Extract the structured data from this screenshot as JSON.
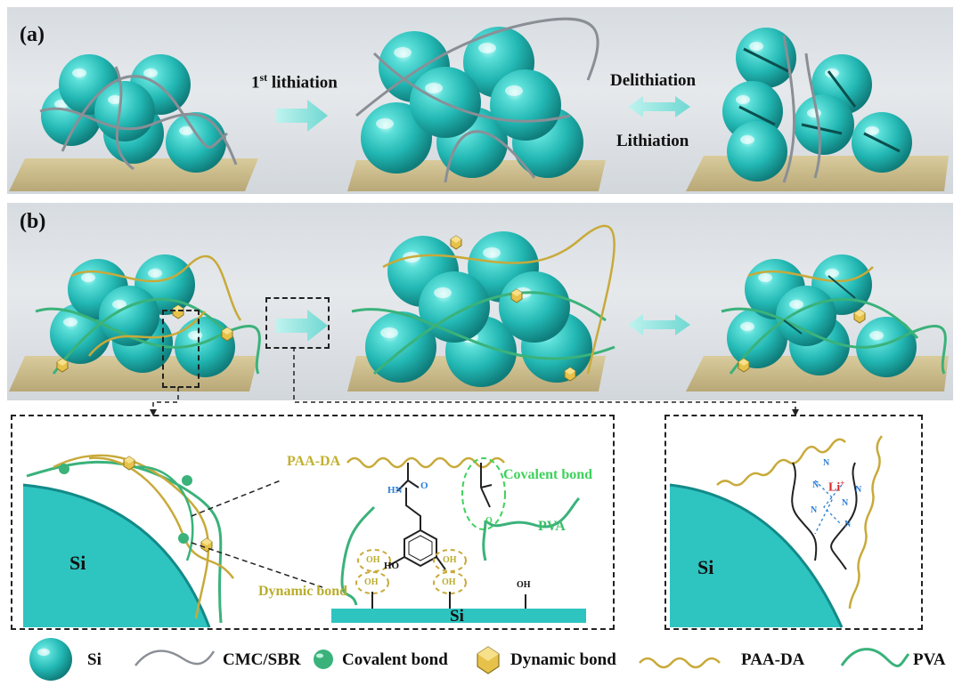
{
  "panel_a": {
    "label": "(a)",
    "step1_prefix": "1",
    "step1_sup": "st",
    "step1_suffix": " lithiation",
    "delithiation": "Delithiation",
    "lithiation": "Lithiation"
  },
  "panel_b": {
    "label": "(b)"
  },
  "zoom_left": {
    "si_label": "Si",
    "paa_da": "PAA-DA",
    "covalent_bond": "Covalent bond",
    "pva": "PVA",
    "dynamic_bond": "Dynamic bond",
    "substrate_si": "Si",
    "hn": "HN",
    "o_carbonyl": "O",
    "ho": "HO",
    "oh": "OH",
    "o": "O"
  },
  "zoom_right": {
    "si_label": "Si",
    "li": "Li",
    "li_sup": "+",
    "n": "N"
  },
  "legend": {
    "items": [
      {
        "icon": "si-sphere-icon",
        "label": "Si"
      },
      {
        "icon": "cmc-sbr-line-icon",
        "label": "CMC/SBR"
      },
      {
        "icon": "covalent-bond-dot-icon",
        "label": "Covalent bond"
      },
      {
        "icon": "dynamic-bond-polyhedron-icon",
        "label": "Dynamic bond"
      },
      {
        "icon": "paa-da-wavy-icon",
        "label": "PAA-DA"
      },
      {
        "icon": "pva-curve-icon",
        "label": "PVA"
      }
    ]
  },
  "colors": {
    "si_teal": "#2ec4c0",
    "si_dark": "#138a88",
    "pva_green": "#3ab27a",
    "paa_da_gold": "#c8aa3a",
    "cmc_grey": "#8a8f96",
    "covalent_text": "#3fd15a",
    "dynamic_text": "#b9ad2c",
    "li_red": "#d42a2a",
    "n_blue": "#2b7fd6",
    "substrate": "#c9b98a"
  }
}
